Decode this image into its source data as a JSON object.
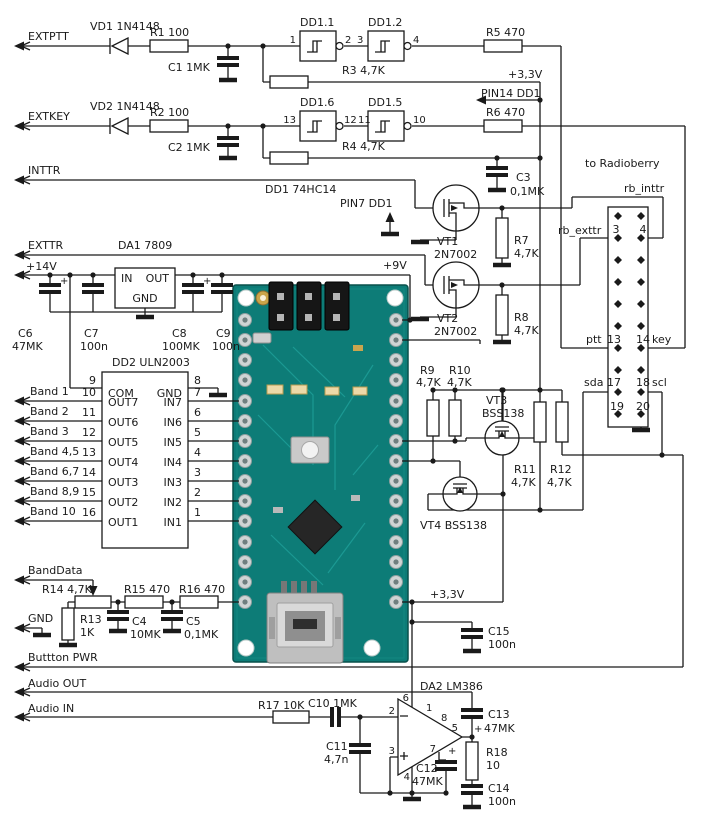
{
  "s": {
    "extptt": "EXTPTT",
    "extkey": "EXTKEY",
    "inttr": "INTTR",
    "exttr": "EXTTR",
    "v14": "+14V",
    "banddata": "BandData",
    "gnd": "GND",
    "button_pwr": "Buttton PWR",
    "audio_out": "Audio OUT",
    "audio_in": "Audio IN"
  },
  "b": [
    "Band 1",
    "Band 2",
    "Band 3",
    "Band 4,5",
    "Band 6,7",
    "Band 8,9",
    "Band 10"
  ],
  "p": {
    "v33_top": "+3,3V",
    "v33_bot": "+3,3V",
    "v9": "+9V",
    "pin14": "PIN14 DD1",
    "pin7": "PIN7 DD1"
  },
  "d": {
    "vd1": "VD1  1N4148",
    "vd2": "VD2  1N4148"
  },
  "r": {
    "r1": "R1 100",
    "r2": "R2 100",
    "r3": "R3 4,7K",
    "r4": "R4 4,7K",
    "r5": "R5 470",
    "r6": "R6 470",
    "r7": "R7",
    "r7v": "4,7K",
    "r8": "R8",
    "r8v": "4,7K",
    "r9": "R9",
    "r9v": "4,7K",
    "r10": "R10",
    "r10v": "4,7K",
    "r11": "R11",
    "r11v": "4,7K",
    "r12": "R12",
    "r12v": "4,7K",
    "r13": "R13",
    "r13v": "1K",
    "r14": "R14  4,7K",
    "r15": "R15 470",
    "r16": "R16 470",
    "r17": "R17 10K",
    "r18": "R18",
    "r18v": "10"
  },
  "c": {
    "c1": "C1 1MK",
    "c2": "C2 1MK",
    "c3": "C3",
    "c3v": "0,1MK",
    "c4": "C4",
    "c4v": "10MK",
    "c5": "C5",
    "c5v": "0,1MK",
    "c6": "C6",
    "c6v": "47MK",
    "c6p": "+",
    "c7": "C7",
    "c7v": "100n",
    "c8": "C8",
    "c8v": "100MK",
    "c8p": "+",
    "c9": "C9",
    "c9v": "100n",
    "c10": "C10 1MK",
    "c11": "C11",
    "c11v": "4,7n",
    "c12": "C12",
    "c12v": "47MK",
    "c13": "C13",
    "c13p": "+",
    "c13v": "47MK",
    "c14": "C14",
    "c14v": "100n",
    "c15": "C15",
    "c15v": "100n"
  },
  "t": {
    "vt1": "VT1",
    "vt1t": "2N7002",
    "vt2": "VT2",
    "vt2t": "2N7002",
    "vt3": "VT3",
    "vt3t": "BSS138",
    "vt4": "VT4  BSS138"
  },
  "ic": {
    "dd1": "DD1 74HC14",
    "dd1_1": "DD1.1",
    "dd1_2": "DD1.2",
    "dd1_5": "DD1.5",
    "dd1_6": "DD1.6",
    "da1": "DA1 7809",
    "dd2": "DD2   ULN2003",
    "da2": "DA2 LM386"
  },
  "gp": {
    "i1": "1",
    "o1": "2",
    "i2": "3",
    "o2": "4",
    "i6": "13",
    "o6": "12",
    "i5": "11",
    "o5": "10"
  },
  "reg": {
    "in": "IN",
    "out": "OUT",
    "gnd": "GND"
  },
  "u": {
    "com": "COM",
    "gnd": "GND",
    "pin_com": "9",
    "pin_gnd": "8",
    "outs": [
      "OUT7",
      "OUT6",
      "OUT5",
      "OUT4",
      "OUT3",
      "OUT2",
      "OUT1"
    ],
    "ins": [
      "IN7",
      "IN6",
      "IN5",
      "IN4",
      "IN3",
      "IN2",
      "IN1"
    ],
    "out_pins": [
      "10",
      "11",
      "12",
      "13",
      "14",
      "15",
      "16"
    ],
    "in_pins": [
      "7",
      "6",
      "5",
      "4",
      "3",
      "2",
      "1"
    ]
  },
  "rb": {
    "title": "to Radioberry",
    "inttr": "rb_inttr",
    "exttr": "rb_exttr",
    "ptt": "ptt",
    "key": "key",
    "sda": "sda",
    "scl": "scl",
    "p3": "3",
    "p4": "4",
    "p13": "13",
    "p14": "14",
    "p17": "17",
    "p18": "18",
    "p19": "19",
    "p20": "20"
  },
  "oa": {
    "p1": "1",
    "p2": "2",
    "p3": "3",
    "p4": "4",
    "p5": "5",
    "p6": "6",
    "p7": "7",
    "p8": "8",
    "plus7": "+"
  },
  "colors": {
    "wire": "#1a1a1a",
    "pcb": "#0d7c77",
    "pcb_edge": "#09504c",
    "pad": "#cfd4d4",
    "header": "#161616",
    "usb": "#bfbfbf",
    "chip": "#262626",
    "led": "#ecd9a8",
    "gold": "#c9a44a"
  }
}
